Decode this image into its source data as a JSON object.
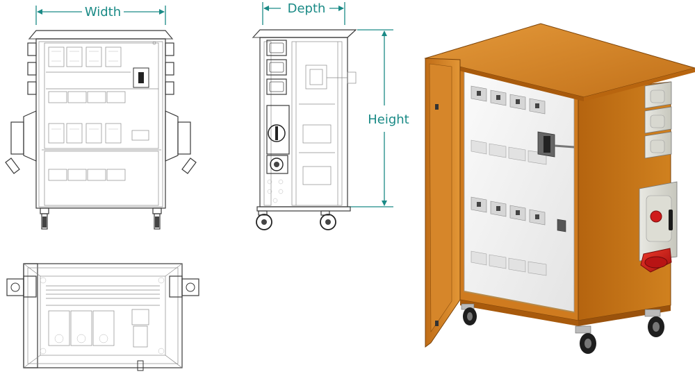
{
  "dimensions": {
    "width_label": "Width",
    "depth_label": "Depth",
    "height_label": "Height"
  },
  "colors": {
    "dimension": "#1a8a86",
    "cabinet_body": "#c9761c",
    "cabinet_roof": "#d98a2b",
    "panel": "#f3f3f3",
    "socket_red": "#d41a1a"
  }
}
